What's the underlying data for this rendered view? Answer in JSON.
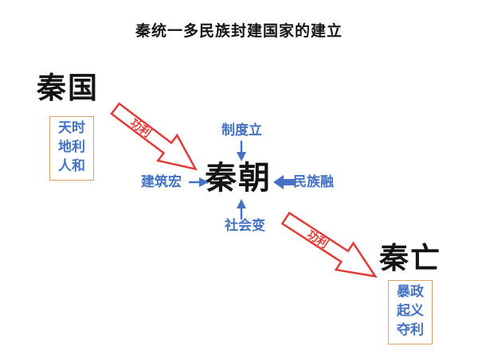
{
  "title": "秦统一多民族封建国家的建立",
  "nodes": {
    "qin_state": "秦国",
    "qin_dynasty": "秦朝",
    "qin_fall": "秦亡"
  },
  "qin_state_box": {
    "lines": [
      "天时",
      "地利",
      "人和"
    ]
  },
  "qin_fall_box": {
    "lines": [
      "暴政",
      "起义",
      "夺利"
    ]
  },
  "factors": {
    "top": "制度立",
    "left": "建筑宏",
    "right": "民族融",
    "bottom": "社会变"
  },
  "red_arrows": {
    "first_label": "功利",
    "second_label": "功利"
  },
  "colors": {
    "accent_blue": "#4472C4",
    "accent_red": "#E53935",
    "box_border": "#DCA26A"
  }
}
